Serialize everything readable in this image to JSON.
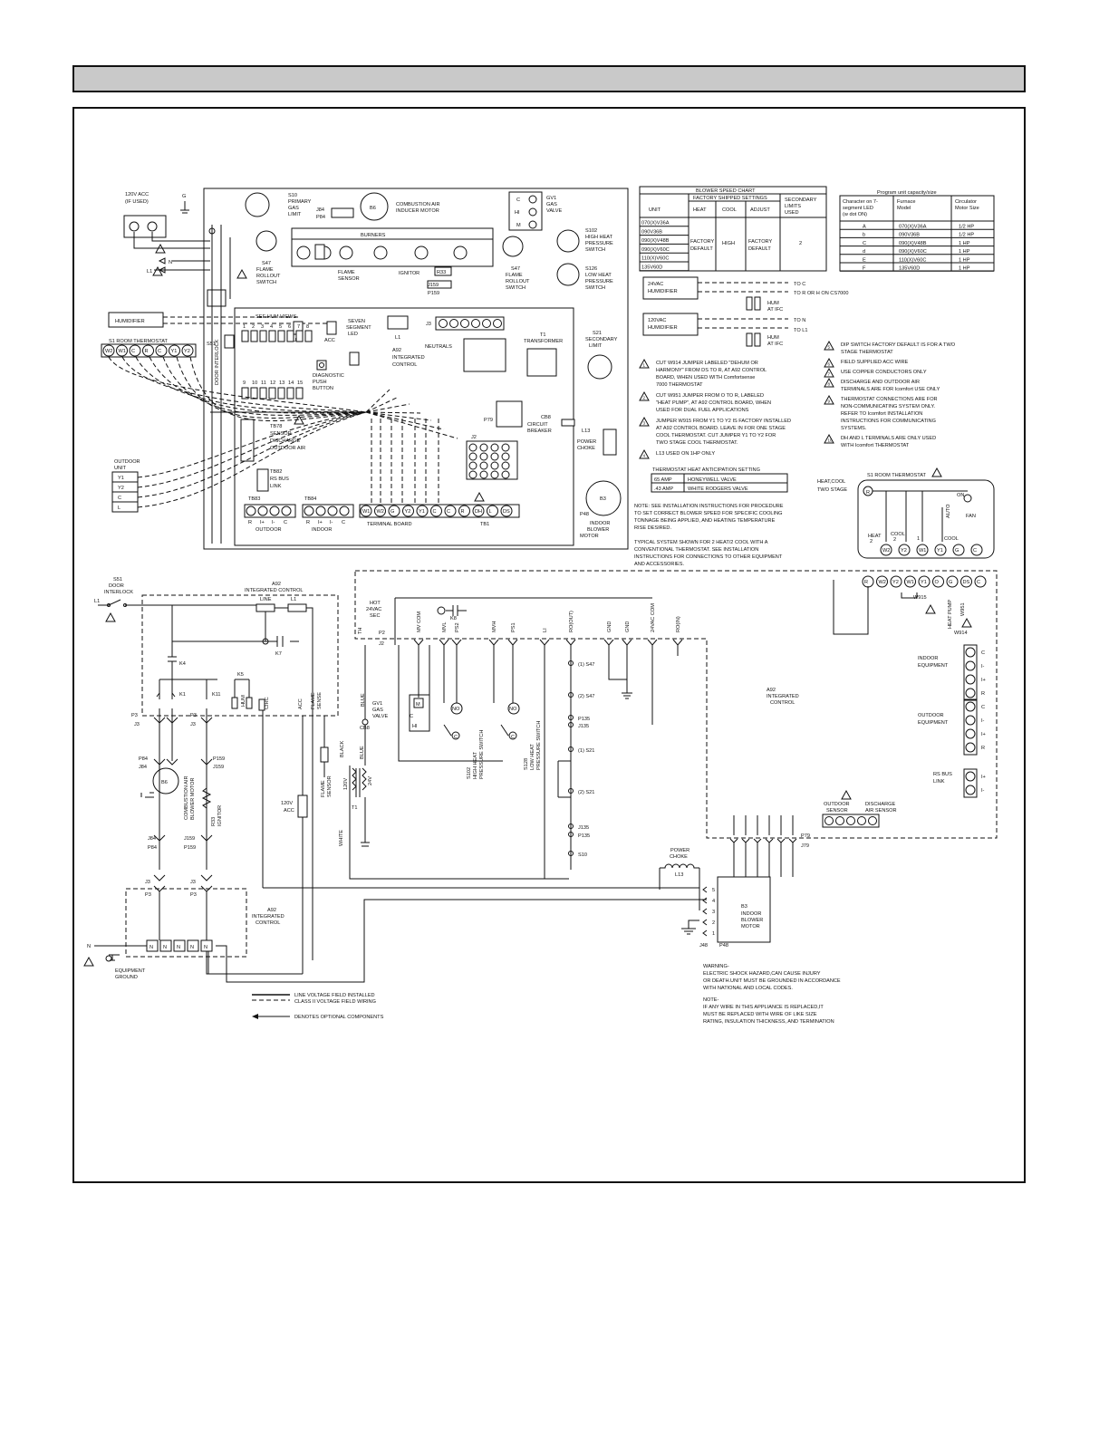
{
  "upper": {
    "acc_120v": [
      "120V ACC",
      "(IF USED)"
    ],
    "ground": "G",
    "n": "N",
    "l1": "L1",
    "s10": [
      "S10",
      "PRIMARY",
      "GAS",
      "LIMIT"
    ],
    "j84": [
      "J84",
      "P84"
    ],
    "b6": "B6",
    "inducer": [
      "COMBUSTION AIR",
      "INDUCER MOTOR"
    ],
    "gv1": [
      "GV1",
      "GAS",
      "VALVE"
    ],
    "gv_c": "C",
    "gv_hi": "HI",
    "gv_m": "M",
    "burners": "BURNERS",
    "s102": [
      "S102",
      "HIGH HEAT",
      "PRESSURE",
      "SWITCH"
    ],
    "s126": [
      "S126",
      "LOW HEAT",
      "PRESSURE",
      "SWITCH"
    ],
    "s47_left": [
      "S47",
      "FLAME",
      "ROLLOUT",
      "SWITCH"
    ],
    "s47_right": [
      "S47",
      "FLAME",
      "ROLLOUT",
      "SWITCH"
    ],
    "flame_sensor": [
      "FLAME",
      "SENSOR"
    ],
    "ignitor": "IGNITOR",
    "r33": "R33",
    "j159": "J159",
    "p159": "P159",
    "humidifier": "HUMIDIFIER",
    "see_hum": "SEE HUM VIEWS",
    "hum": "HUM",
    "acc": "ACC",
    "l1_board": "L1",
    "j3": "J3",
    "s51": "S51",
    "door_interlock": "DOOR INTERLOCK",
    "room_thermostat": "S1 ROOM THERMOSTAT",
    "tstat_terms": [
      "W2",
      "W1",
      "C",
      "R",
      "C",
      "Y1",
      "Y2"
    ],
    "seg_led": [
      "SEVEN",
      "SEGMENT",
      "LED"
    ],
    "a92": [
      "A92",
      "INTEGRATED",
      "CONTROL"
    ],
    "neutrals": "NEUTRALS",
    "t1": [
      "T1",
      "TRANSFORMER"
    ],
    "s21": [
      "S21",
      "SECONDARY",
      "LIMIT"
    ],
    "dip_row1": [
      "1",
      "2",
      "3",
      "4",
      "5",
      "6",
      "7",
      "8"
    ],
    "dip_row2": [
      "9",
      "10",
      "11",
      "12",
      "13",
      "14",
      "15"
    ],
    "diag": [
      "DIAGNOSTIC",
      "PUSH",
      "BUTTON"
    ],
    "p79": "P79",
    "cb8": [
      "CB8",
      "CIRCUIT",
      "BREAKER"
    ],
    "j2": "J2",
    "l13": [
      "L13",
      "POWER",
      "CHOKE"
    ],
    "tb78": [
      "TB78",
      "SENSOR",
      "DISCHARGE",
      "OUTDOOR AIR"
    ],
    "outdoor_unit": [
      "OUTDOOR",
      "UNIT"
    ],
    "outdoor_terms": [
      "Y1",
      "Y2",
      "C",
      "L"
    ],
    "tb82": [
      "TB82",
      "RS BUS",
      "LINK"
    ],
    "tb83": "TB83",
    "tb84": "TB84",
    "tb83_terms": [
      "R",
      "I+",
      "I-",
      "C"
    ],
    "outdoor": "OUTDOOR",
    "indoor": "INDOOR",
    "terminal_board": "TERMINAL BOARD",
    "tb1": "TB1",
    "tb1_terms": [
      "W1",
      "W2",
      "G",
      "Y2",
      "Y1",
      "C",
      "C",
      "R",
      "DH",
      "L",
      "DS"
    ],
    "b3": "B3",
    "p48": "P48",
    "blower_motor": [
      "INDOOR",
      "BLOWER",
      "MOTOR"
    ]
  },
  "blower_chart": {
    "title": "BLOWER SPEED CHART",
    "factory": "FACTORY SHIPPED SETTINGS",
    "secondary": [
      "SECONDARY",
      "LIMITS",
      "USED"
    ],
    "unit": "UNIT",
    "heat": "HEAT",
    "cool": "COOL",
    "adjust": "ADJUST",
    "units": [
      "070(X)V36A",
      "090V36B",
      "090(X)V48B",
      "090(X)V60C",
      "110(X)V60C",
      "135V60D"
    ],
    "heat_val": [
      "FACTORY",
      "DEFAULT"
    ],
    "cool_val": "HIGH",
    "adjust_val": [
      "FACTORY",
      "DEFAULT"
    ],
    "limits": "2"
  },
  "capacity": {
    "title": "Program unit capacity/size",
    "headers": [
      [
        "Character on 7-",
        "segment LED",
        "(w dot ON)"
      ],
      [
        "Furnace",
        "Model"
      ],
      [
        "Circulator",
        "Motor Size"
      ]
    ],
    "rows": [
      [
        "A",
        "070(X)V36A",
        "1/2 HP"
      ],
      [
        "b",
        "090V36B",
        "1/2 HP"
      ],
      [
        "C",
        "090(X)V48B",
        "1 HP"
      ],
      [
        "d",
        "090(X)V60C",
        "1 HP"
      ],
      [
        "E",
        "110(X)V60C",
        "1 HP"
      ],
      [
        "F",
        "135V60D",
        "1 HP"
      ]
    ]
  },
  "hum_views": {
    "hum24": [
      "24VAC",
      "HUMIDIFIER"
    ],
    "to_c": "TO C",
    "to_r": "TO R OR H ON CS7000",
    "hum_ifc": [
      "HUM",
      "AT IFC"
    ],
    "hum120": [
      "120VAC",
      "HUMIDIFIER"
    ],
    "to_n": "TO N",
    "to_l1": "TO L1"
  },
  "notes_left": [
    {
      "num": "1",
      "lines": [
        "CUT W914 JUMPER LABELED \"DEHUM OR",
        "HARMONY\" FROM DS TO R, AT A92 CONTROL",
        "BOARD, WHEN USED WITH Comfortsense",
        "7000 THERMOSTAT"
      ]
    },
    {
      "num": "2",
      "lines": [
        "CUT W951 JUMPER FROM O TO R, LABELED",
        "\"HEAT PUMP\", AT A92 CONTROL BOARD, WHEN",
        "USED FOR DUAL FUEL APPLICATIONS"
      ]
    },
    {
      "num": "3",
      "lines": [
        "JUMPER W915 FROM Y1 TO Y2 IS FACTORY INSTALLED",
        "AT A92 CONTROL BOARD. LEAVE IN FOR ONE STAGE",
        "COOL THERMOSTAT. CUT JUMPER Y1 TO Y2 FOR",
        "TWO STAGE COOL THERMOSTAT."
      ]
    },
    {
      "num": "4",
      "lines": [
        "L13 USED ON 1HP ONLY"
      ]
    }
  ],
  "notes_right": [
    {
      "num": "5",
      "lines": [
        "DIP SWITCH FACTORY DEFAULT IS FOR A TWO",
        "STAGE THERMOSTAT"
      ]
    },
    {
      "num": "6",
      "lines": [
        "FIELD SUPPLIED ACC WIRE"
      ]
    },
    {
      "num": "7",
      "lines": [
        "USE COPPER CONDUCTORS ONLY"
      ]
    },
    {
      "num": "8",
      "lines": [
        "DISCHARGE AND OUTDOOR AIR",
        "TERMINALS ARE FOR Icomfort USE ONLY"
      ]
    },
    {
      "num": "9",
      "lines": [
        "THERMOSTAT CONNECTIONS ARE FOR",
        "NON-COMMUNICATING SYSTEM ONLY.",
        "REFER TO Icomfort INSTALLATION",
        "INSTRUCTIONS FOR COMMUNICATING",
        "SYSTEMS."
      ]
    },
    {
      "num": "10",
      "lines": [
        "DH AND L TERMINALS ARE ONLY USED",
        "WITH Icomfort THERMOSTAT"
      ]
    }
  ],
  "anticipation": {
    "title": "THERMOSTAT HEAT ANTICIPATION SETTING",
    "rows": [
      [
        "65 AMP",
        "HONEYWELL VALVE"
      ],
      [
        ".43 AMP",
        "WHITE RODGERS VALVE"
      ]
    ]
  },
  "heat_cool_stage": [
    "HEAT,COOL",
    "TWO STAGE"
  ],
  "note_install": [
    "NOTE: SEE INSTALLATION INSTRUCTIONS FOR PROCEDURE",
    "TO SET CORRECT BLOWER SPEED FOR SPECIFIC COOLING",
    "TONNAGE BEING APPLIED, AND HEATING TEMPERATURE",
    "RISE DESIRED."
  ],
  "note_typical": [
    "TYPICAL SYSTEM SHOWN FOR 2 HEAT/2 COOL WITH A",
    "CONVENTIONAL THERMOSTAT. SEE INSTALLATION",
    "INSTRUCTIONS FOR CONNECTIONS TO OTHER EQUIPMENT",
    "AND ACCESSORIES."
  ],
  "tstat_right": {
    "title": "S1 ROOM THERMOSTAT",
    "r": "R",
    "on": "ON",
    "auto": "AUTO",
    "fan": "FAN",
    "heat": [
      "HEAT",
      "2"
    ],
    "cool2": [
      "COOL",
      "2"
    ],
    "heat1": "1",
    "cool1": "COOL",
    "terms": [
      "W2",
      "Y2",
      "W1",
      "Y1",
      "G",
      "C"
    ]
  },
  "lower": {
    "s51": [
      "S51",
      "DOOR",
      "INTERLOCK"
    ],
    "l1": "L1",
    "a92_top": [
      "A92",
      "INTEGRATED CONTROL"
    ],
    "line": "LINE",
    "l1_coil": "L1",
    "k7": "K7",
    "k4": "K4",
    "k1": "K1",
    "k11": "K11",
    "k5": "K5",
    "hum": "HUM",
    "acc": "ACC",
    "circ": "CIRC",
    "flame_sense": [
      "FLAME",
      "SENSE"
    ],
    "p3": "P3",
    "j3": "J3",
    "p84": "P84",
    "j84": "J84",
    "b6": "B6",
    "inducer": [
      "COMBUSTION AIR",
      "BLOWER MOTOR"
    ],
    "p159": "P159",
    "j159": "J159",
    "r33": [
      "R33",
      "IGNITOR"
    ],
    "acc120": [
      "120V",
      "ACC"
    ],
    "flame_sensor": [
      "FLAME",
      "SENSOR"
    ],
    "white": "WHITE",
    "black": "BLACK",
    "blue": "BLUE",
    "v120": "120V",
    "v24": "24V",
    "t1": "T1",
    "cb8": "CB8",
    "gv1": [
      "GV1",
      "GAS",
      "VALVE"
    ],
    "hot": [
      "HOT",
      "24VAC",
      "SEC"
    ],
    "p2": "P2",
    "j2": "J2",
    "th": "TH",
    "j2_pins": [
      "MV COM",
      "MVL",
      "PS2",
      "MVH",
      "PS1",
      "LI",
      "RO(OUT)",
      "GND",
      "GND",
      "24VAC COM",
      "RO(IN)"
    ],
    "k8": "K8",
    "s102": [
      "S102",
      "HIGH HEAT",
      "PRESSURE SWITCH"
    ],
    "s128": [
      "S128",
      "LOW HEAT",
      "PRESSURE SWITCH"
    ],
    "no": "NO",
    "c": "C",
    "m": "M",
    "hi": "HI",
    "chain": [
      "(1) S47",
      "(2) S47",
      "P135",
      "J135",
      "(1) S21",
      "(2) S21",
      "J135",
      "P135",
      "S10"
    ],
    "a92_mid": [
      "A92",
      "INTEGRATED",
      "CONTROL"
    ],
    "power_choke": [
      "POWER",
      "CHOKE"
    ],
    "l13": "L13",
    "b3": [
      "B3",
      "INDOOR",
      "BLOWER",
      "MOTOR"
    ],
    "j48": "J48",
    "p48": "P48",
    "p79": "P79",
    "j79": "J79",
    "motor_pins": [
      "5",
      "4",
      "3",
      "2",
      "1"
    ],
    "indoor_equipment": [
      "INDOOR",
      "EQUIPMENT"
    ],
    "indoor_terms": [
      "C",
      "I-",
      "I+",
      "R"
    ],
    "outdoor_equipment": [
      "OUTDOOR",
      "EQUIPMENT"
    ],
    "outdoor_terms": [
      "C",
      "I-",
      "I+",
      "R"
    ],
    "rs_bus": [
      "RS BUS",
      "LINK"
    ],
    "rs_terms": [
      "I+",
      "I-"
    ],
    "outdoor_sensor": [
      "OUTDOOR",
      "SENSOR"
    ],
    "discharge": [
      "DISCHARGE",
      "AIR SENSOR"
    ],
    "tstat_row": [
      "R",
      "W2",
      "Y2",
      "W1",
      "Y1",
      "O",
      "G",
      "DS",
      "C"
    ],
    "w915": "W915",
    "heat_pump": "HEAT PUMP",
    "w951": "W951",
    "w914": "W914",
    "a92_bottom": [
      "A92",
      "INTEGRATED",
      "CONTROL"
    ],
    "p3b": "P3",
    "j3b": "J3",
    "n": "N",
    "n_terms": [
      "N",
      "N",
      "N",
      "N",
      "N"
    ],
    "ground": [
      "EQUIPMENT",
      "GROUND"
    ]
  },
  "legend": {
    "line_voltage": "LINE VOLTAGE FIELD INSTALLED",
    "class2": "CLASS II VOLTAGE FIELD WIRING",
    "optional": "DENOTES OPTIONAL COMPONENTS"
  },
  "warning": [
    "WARNING-",
    "ELECTRIC SHOCK HAZARD,CAN CAUSE INJURY",
    "OR DEATH.UNIT MUST BE GROUNDED IN ACCORDANCE",
    "WITH NATIONAL AND LOCAL CODES."
  ],
  "note_wire": [
    "NOTE-",
    "IF ANY WIRE IN THIS APPLIANCE IS REPLACED,IT",
    "MUST BE REPLACED WITH WIRE OF LIKE SIZE",
    "RATING, INSULATION THICKNESS, AND TERMINATION"
  ]
}
